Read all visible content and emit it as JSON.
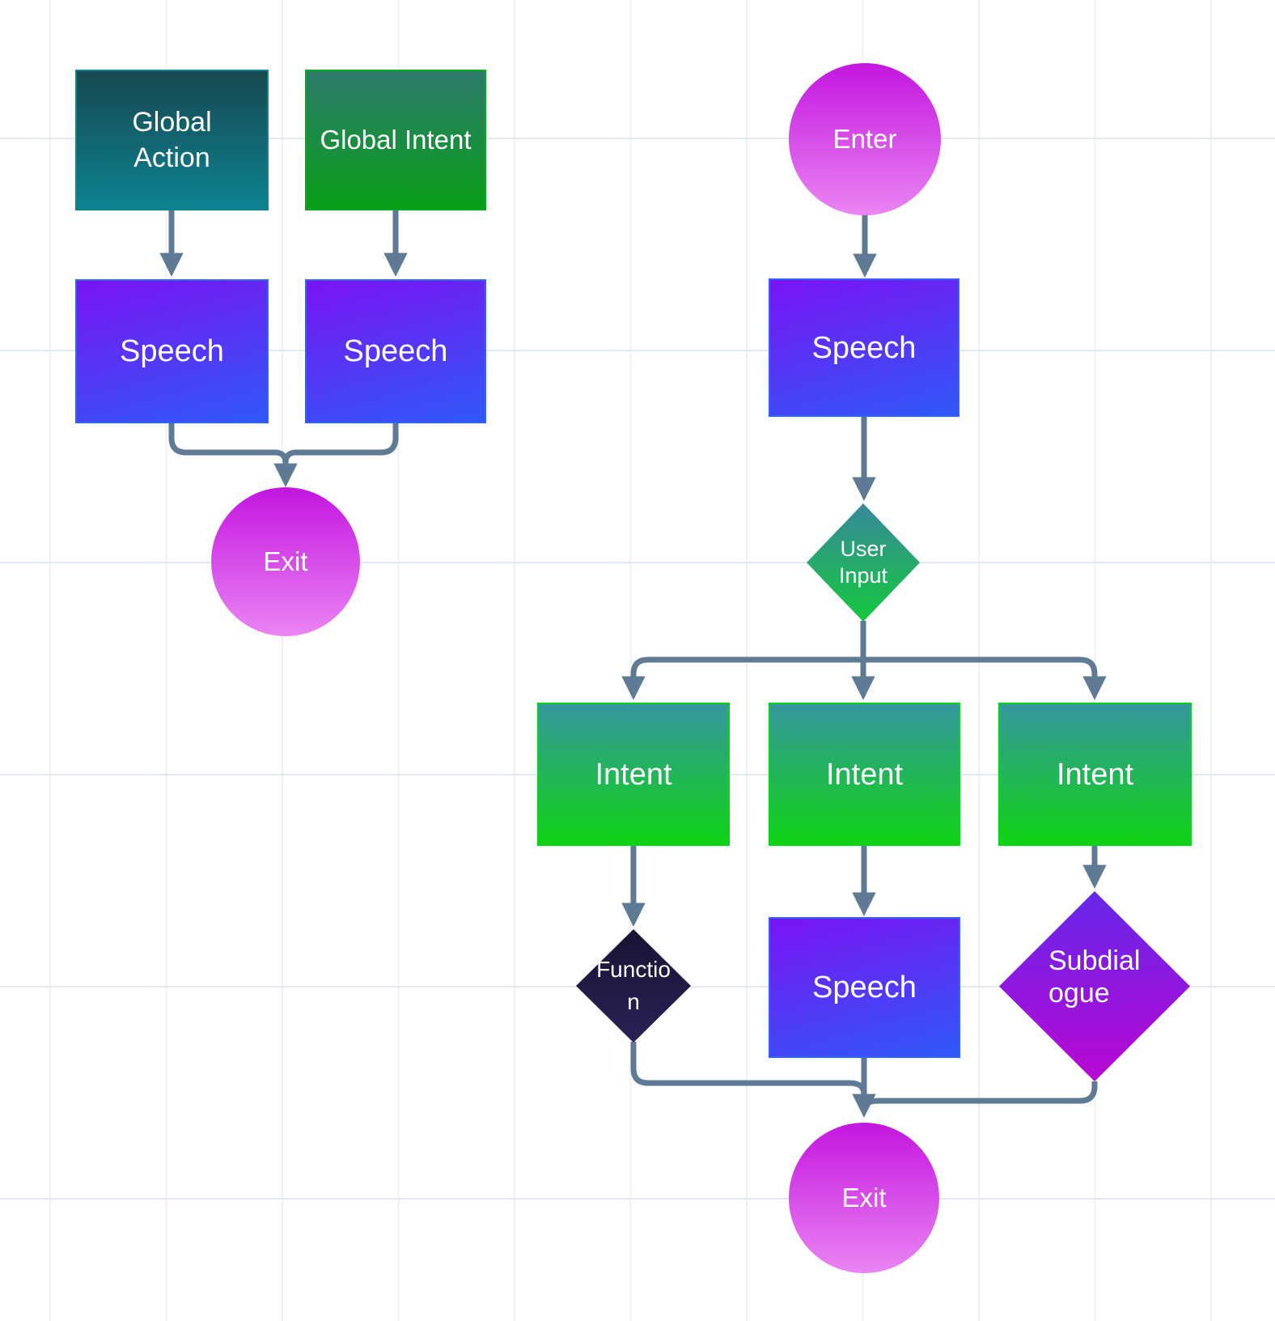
{
  "diagram": {
    "title": "dialogue-flow-canvas",
    "edge_color": "#5e7a95",
    "grid": {
      "vertical_line_color": "#edf0f5",
      "horizontal_line_color": "#e2e8ef"
    },
    "nodes": {
      "globalAction": {
        "label": "Global Action",
        "shape": "rectangle",
        "color_top": "#174850",
        "color_bottom": "#0c8290"
      },
      "globalIntent": {
        "label": "Global Intent",
        "shape": "rectangle",
        "color_top": "#2d7b6c",
        "color_bottom": "#089e18"
      },
      "speechGlobalAction": {
        "label": "Speech",
        "shape": "rectangle",
        "color_top": "#7a14f2",
        "color_bottom": "#2f58f9"
      },
      "speechGlobalIntent": {
        "label": "Speech",
        "shape": "rectangle",
        "color_top": "#7a14f2",
        "color_bottom": "#2f58f9"
      },
      "exitLeft": {
        "label": "Exit",
        "shape": "circle",
        "color_top": "#c316df",
        "color_bottom": "#ea85f3"
      },
      "enter": {
        "label": "Enter",
        "shape": "circle",
        "color_top": "#c316df",
        "color_bottom": "#ea85f3"
      },
      "speechEnter": {
        "label": "Speech",
        "shape": "rectangle",
        "color_top": "#7a14f2",
        "color_bottom": "#2f58f9"
      },
      "userInput": {
        "label": "User Input",
        "shape": "diamond",
        "color_top": "#37899a",
        "color_bottom": "#15c83e"
      },
      "intentLeft": {
        "label": "Intent",
        "shape": "rectangle",
        "color_top": "#35979e",
        "color_bottom": "#0fd314"
      },
      "intentMiddle": {
        "label": "Intent",
        "shape": "rectangle",
        "color_top": "#35979e",
        "color_bottom": "#0fd314"
      },
      "intentRight": {
        "label": "Intent",
        "shape": "rectangle",
        "color_top": "#35979e",
        "color_bottom": "#0fd314"
      },
      "function": {
        "label": "Function",
        "shape": "diamond",
        "color_top": "#1a1333",
        "color_bottom": "#2b2157"
      },
      "speechIntent": {
        "label": "Speech",
        "shape": "rectangle",
        "color_top": "#7a14f2",
        "color_bottom": "#2f58f9"
      },
      "subdialogue": {
        "label": "Subdialogue",
        "shape": "diamond",
        "color_top": "#6527e9",
        "color_bottom": "#b908d3"
      },
      "exitBottom": {
        "label": "Exit",
        "shape": "circle",
        "color_top": "#c316df",
        "color_bottom": "#ea85f3"
      }
    }
  }
}
